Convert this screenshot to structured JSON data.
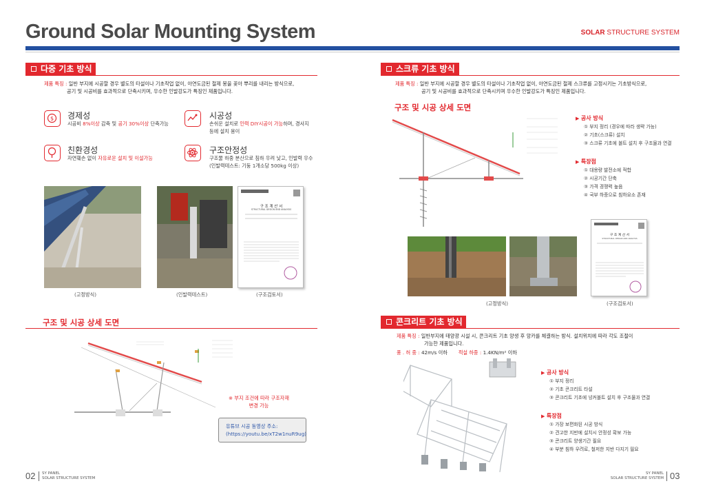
{
  "header": {
    "title": "Ground Solar Mounting System",
    "brand_bold": "SOLAR",
    "brand_rest": " STRUCTURE SYSTEM"
  },
  "left": {
    "section_multi": "다중 기초 방식",
    "product_label": "제품 특징 :",
    "product_line1": "일반 부지에 시공할 경우 별도의 타설이나 기초작업 없이, 아연도금된 철제 봉을 꽂아 뿌리를 내리는 방식으로,",
    "product_line2": "공기 및 시공비를 효과적으로 단축시키며, 우수한 인발강도가 특징인 제품입니다.",
    "advantages": [
      {
        "title": "경제성",
        "desc_pre": "시공비 ",
        "desc_hi": "8%이상",
        "desc_mid": " 감축 및 ",
        "desc_hi2": "공기 30%이상",
        "desc_post": " 단축가능",
        "icon": "dollar-icon"
      },
      {
        "title": "시공성",
        "desc_pre": "손쉬운 설치로 ",
        "desc_hi": "인력 DIY시공이 가능",
        "desc_mid": "하며, 경사지",
        "desc_hi2": "",
        "desc_post": "등에 설치 용이",
        "icon": "hands-icon"
      },
      {
        "title": "친환경성",
        "desc_pre": "자연훼손 없이 ",
        "desc_hi": "자유로운 설치 및 이설가능",
        "desc_mid": "",
        "desc_hi2": "",
        "desc_post": "",
        "icon": "tree-icon"
      },
      {
        "title": "구조안정성",
        "desc_pre": "구조물 하중 분산으로 침하 우려 낮고, 인발력 우수",
        "desc_hi": "",
        "desc_mid": "",
        "desc_hi2": "",
        "desc_post": "(인발력테스트: 기둥 1개소당 500kg 이상)",
        "icon": "atom-icon"
      }
    ],
    "captions": [
      "(고정방식)",
      "(인발력테스트)",
      "(구조검토서)"
    ],
    "drawing_title": "구조 및 시공 상세 도면",
    "note_line1": "※ 부지 조건에 따라 구조자재",
    "note_line2": "변경 가능",
    "yt_line1": "유튜브 시공 동영상 주소:",
    "yt_line2": "(https://youtu.be/xT2w1nuR9ug)",
    "page_num": "02",
    "footer_line1": "SY PANEL",
    "footer_line2": "SOLAR STRUCTURE SYSTEM"
  },
  "right": {
    "section_screw": "스크류 기초 방식",
    "product_label": "제품 특징 :",
    "product_line1": "일반 부지에 시공할 경우 별도의 타설이나 기초작업 없이, 아연도금된 철제 스크류를 고정시키는 기초방식으로,",
    "product_line2": "공기 및 시공비를 효과적으로 단축시키며 우수한 인발강도가 특징인 제품입니다.",
    "drawing_title": "구조 및 시공 상세 도면",
    "method_title": "공사 방식",
    "method_items": [
      "① 부지 정리 (경우에 따라 생략 가능)",
      "② 기초(스크류) 설치",
      "③ 스크류 기초에 볼트 설치 후 구조물과 연결"
    ],
    "feature_title": "특장점",
    "feature_items": [
      "① 대용량 발전소에 적합",
      "② 시공기간 단축",
      "③ 가격 경쟁력 높음",
      "④ 국부 하중으로 침하요소 존재"
    ],
    "captions": [
      "(고정방식)",
      "(구조검토서)"
    ],
    "section_concrete": "콘크리트 기초 방식",
    "c_product_label": "제품 특징 :",
    "c_product_line1": "일반부지에 태양광 시설 시, 콘크리트 기초 양생 후 앙카를 체결하는 방식. 설치위치에 따라 각도 조절이",
    "c_product_line2": "가능한 제품입니다.",
    "c_wind_label": "풍 . 허 중 :",
    "c_wind_value": "42m/s 이하",
    "c_snow_label": "적설 하중 :",
    "c_snow_value": "1.4KN/m² 이하",
    "c_method_title": "공사 방식",
    "c_method_items": [
      "① 부지 정리",
      "② 기초 콘크리트 타설",
      "③ 콘크리트 기초에 넝커볼트 설치 후 구조물과 연결"
    ],
    "c_feature_title": "특장점",
    "c_feature_items": [
      "① 가장 보편화된 시공 방식",
      "② 견고한 지반에 설치시 안정성 확보 가능",
      "③ 콘크리트 양생기간 필요",
      "④ 부분 침하 우려로, 철저한 지반 다지기 필요"
    ],
    "page_num": "03",
    "footer_line1": "SY PANEL",
    "footer_line2": "SOLAR STRUCTURE SYSTEM"
  },
  "doc": {
    "title": "구 조 계 산 서",
    "subtitle": "STRUCTURAL DESIGN AND ANALYSIS"
  }
}
